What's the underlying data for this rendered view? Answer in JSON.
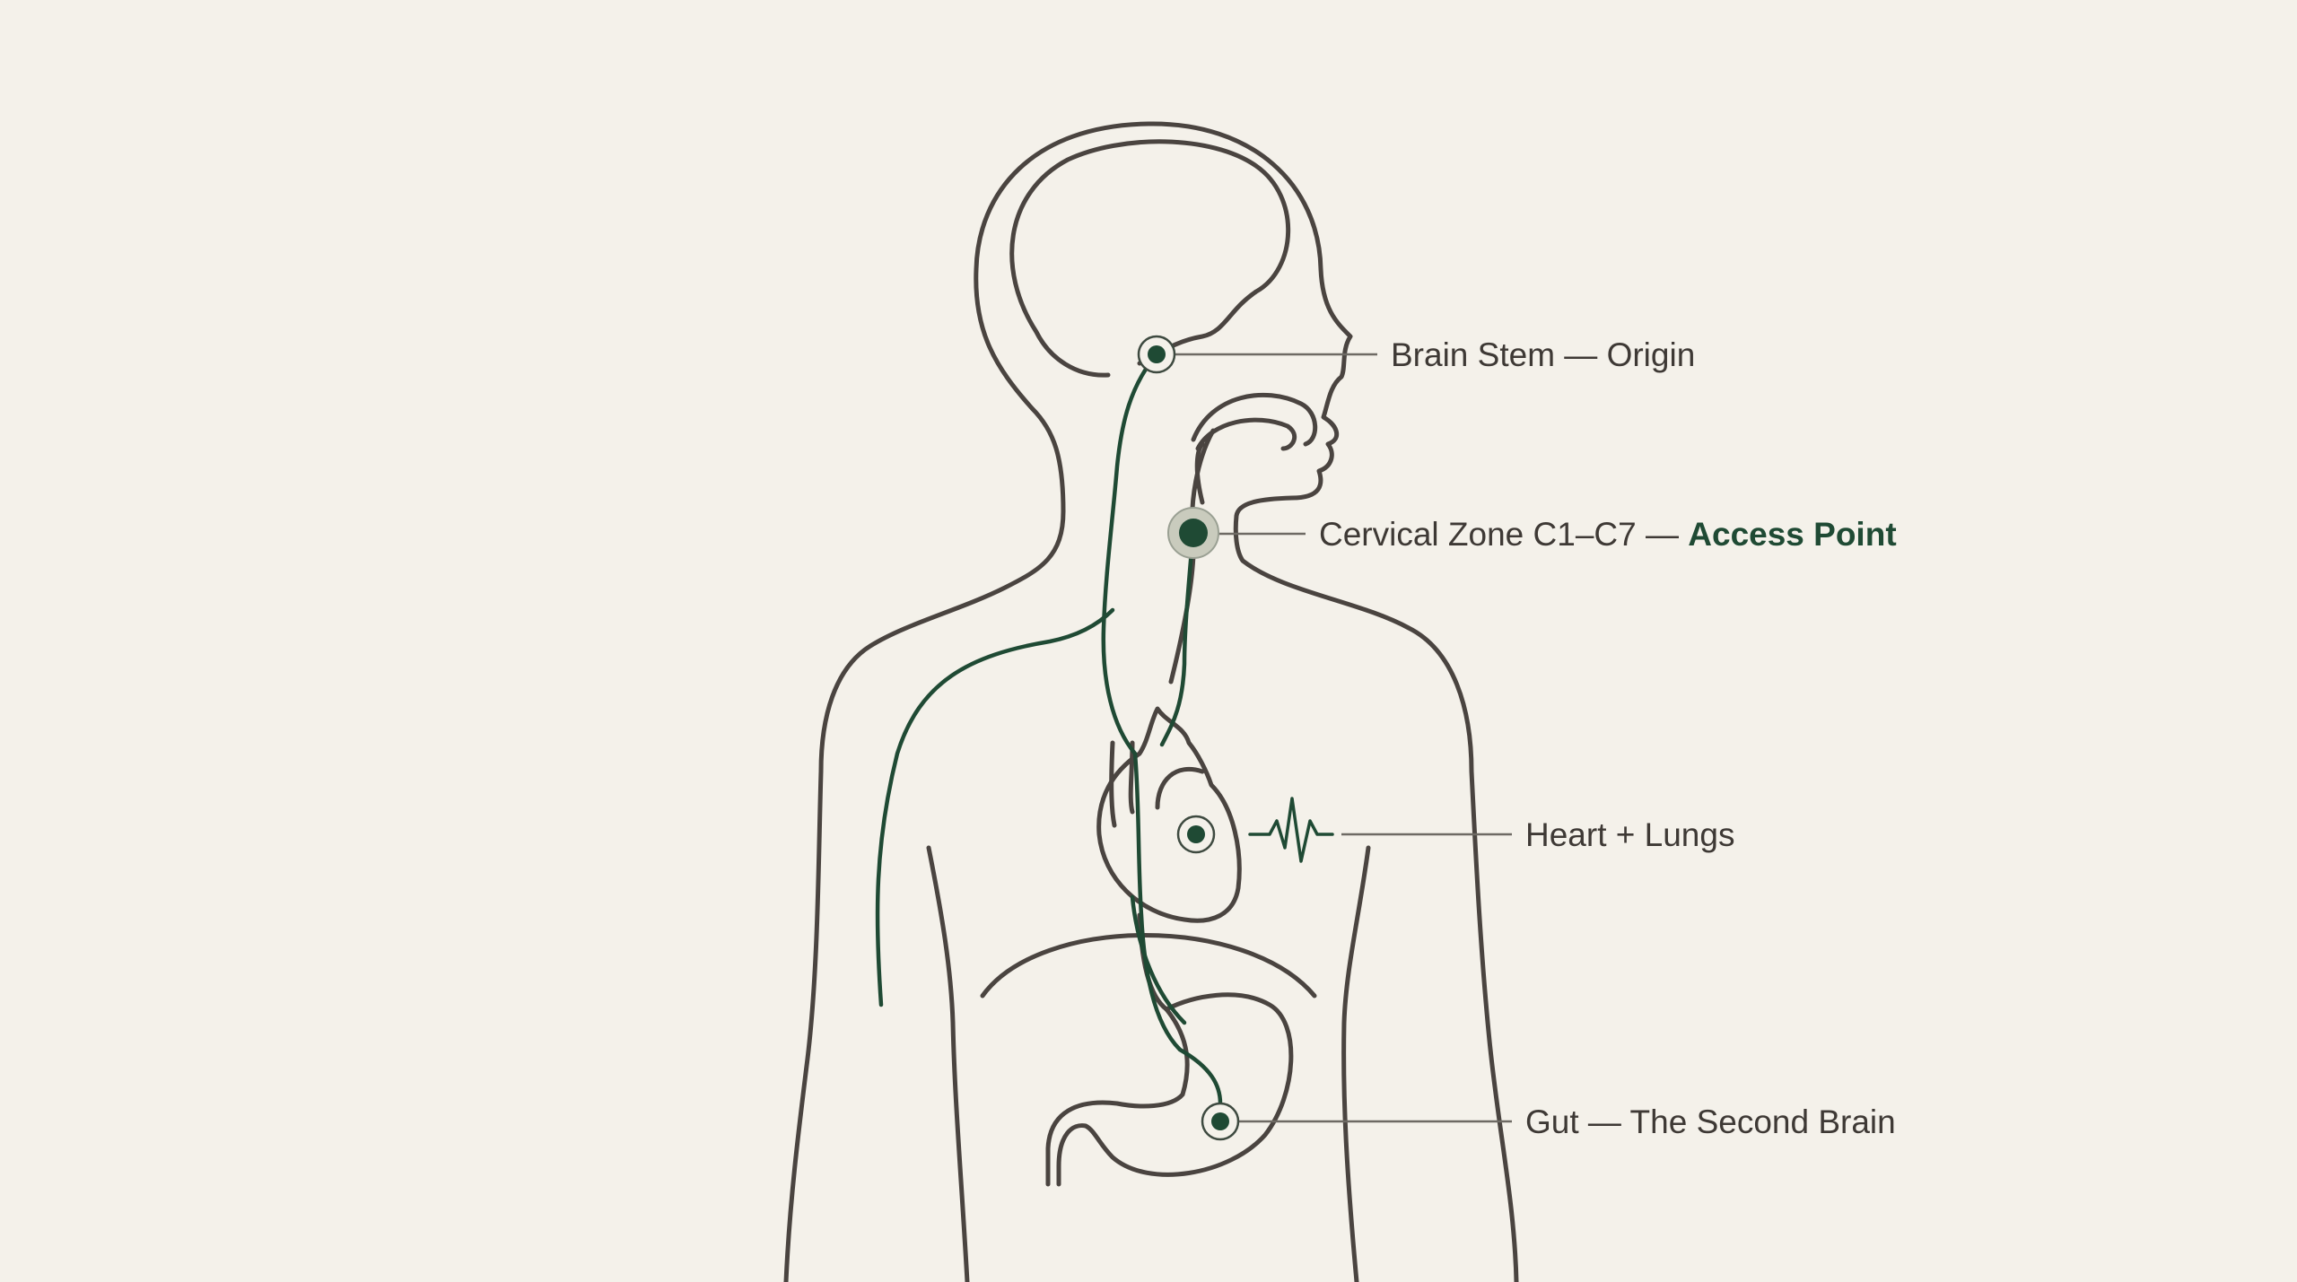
{
  "colors": {
    "background": "#f4f1ea",
    "outline": "#4a4440",
    "nerve": "#1f4a34",
    "accent_text": "#1f4a34",
    "leader_line": "#6e6a64"
  },
  "callouts": [
    {
      "id": "brain-stem",
      "text": "Brain Stem — Origin",
      "icon": "node-marker"
    },
    {
      "id": "cervical-zone",
      "text": "Cervical Zone C1–C7 — ",
      "accent": "Access Point",
      "icon": "highlight-node-marker"
    },
    {
      "id": "heart-lungs",
      "text": "Heart + Lungs",
      "icon": "heartbeat-pulse-icon"
    },
    {
      "id": "gut",
      "text": "Gut — The Second Brain",
      "icon": "node-marker"
    }
  ]
}
